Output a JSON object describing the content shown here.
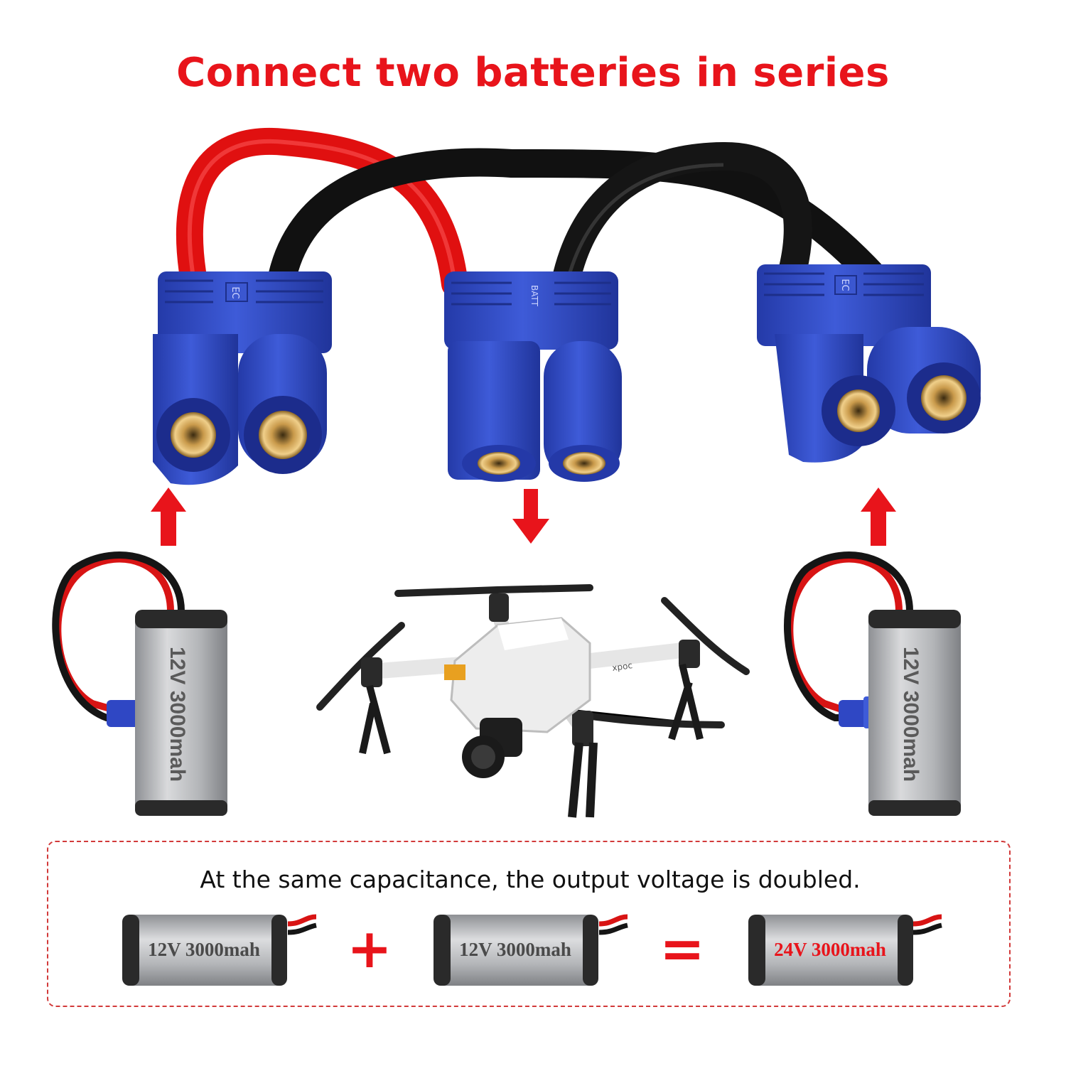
{
  "title": "Connect two batteries in series",
  "connectors": {
    "left_badge": "EC",
    "middle_badge": "BATT",
    "right_badge": "EC"
  },
  "batteries": {
    "left_label": "12V 3000mah",
    "right_label": "12V 3000mah"
  },
  "drone": {
    "brand_text": "xpoc"
  },
  "summary": {
    "caption": "At the same capacitance, the output voltage is doubled.",
    "battery_a": "12V 3000mah",
    "plus": "+",
    "battery_b": "12V 3000mah",
    "equals": "=",
    "result": "24V 3000mah"
  },
  "colors": {
    "accent_red": "#e8141b",
    "connector_blue": "#2f47c4",
    "wire_black": "#111111",
    "wire_red": "#e01010",
    "battery_gray": "#a9abae"
  },
  "icons": {
    "arrows": [
      "arrow-up-icon",
      "arrow-down-icon",
      "arrow-up-icon"
    ]
  }
}
